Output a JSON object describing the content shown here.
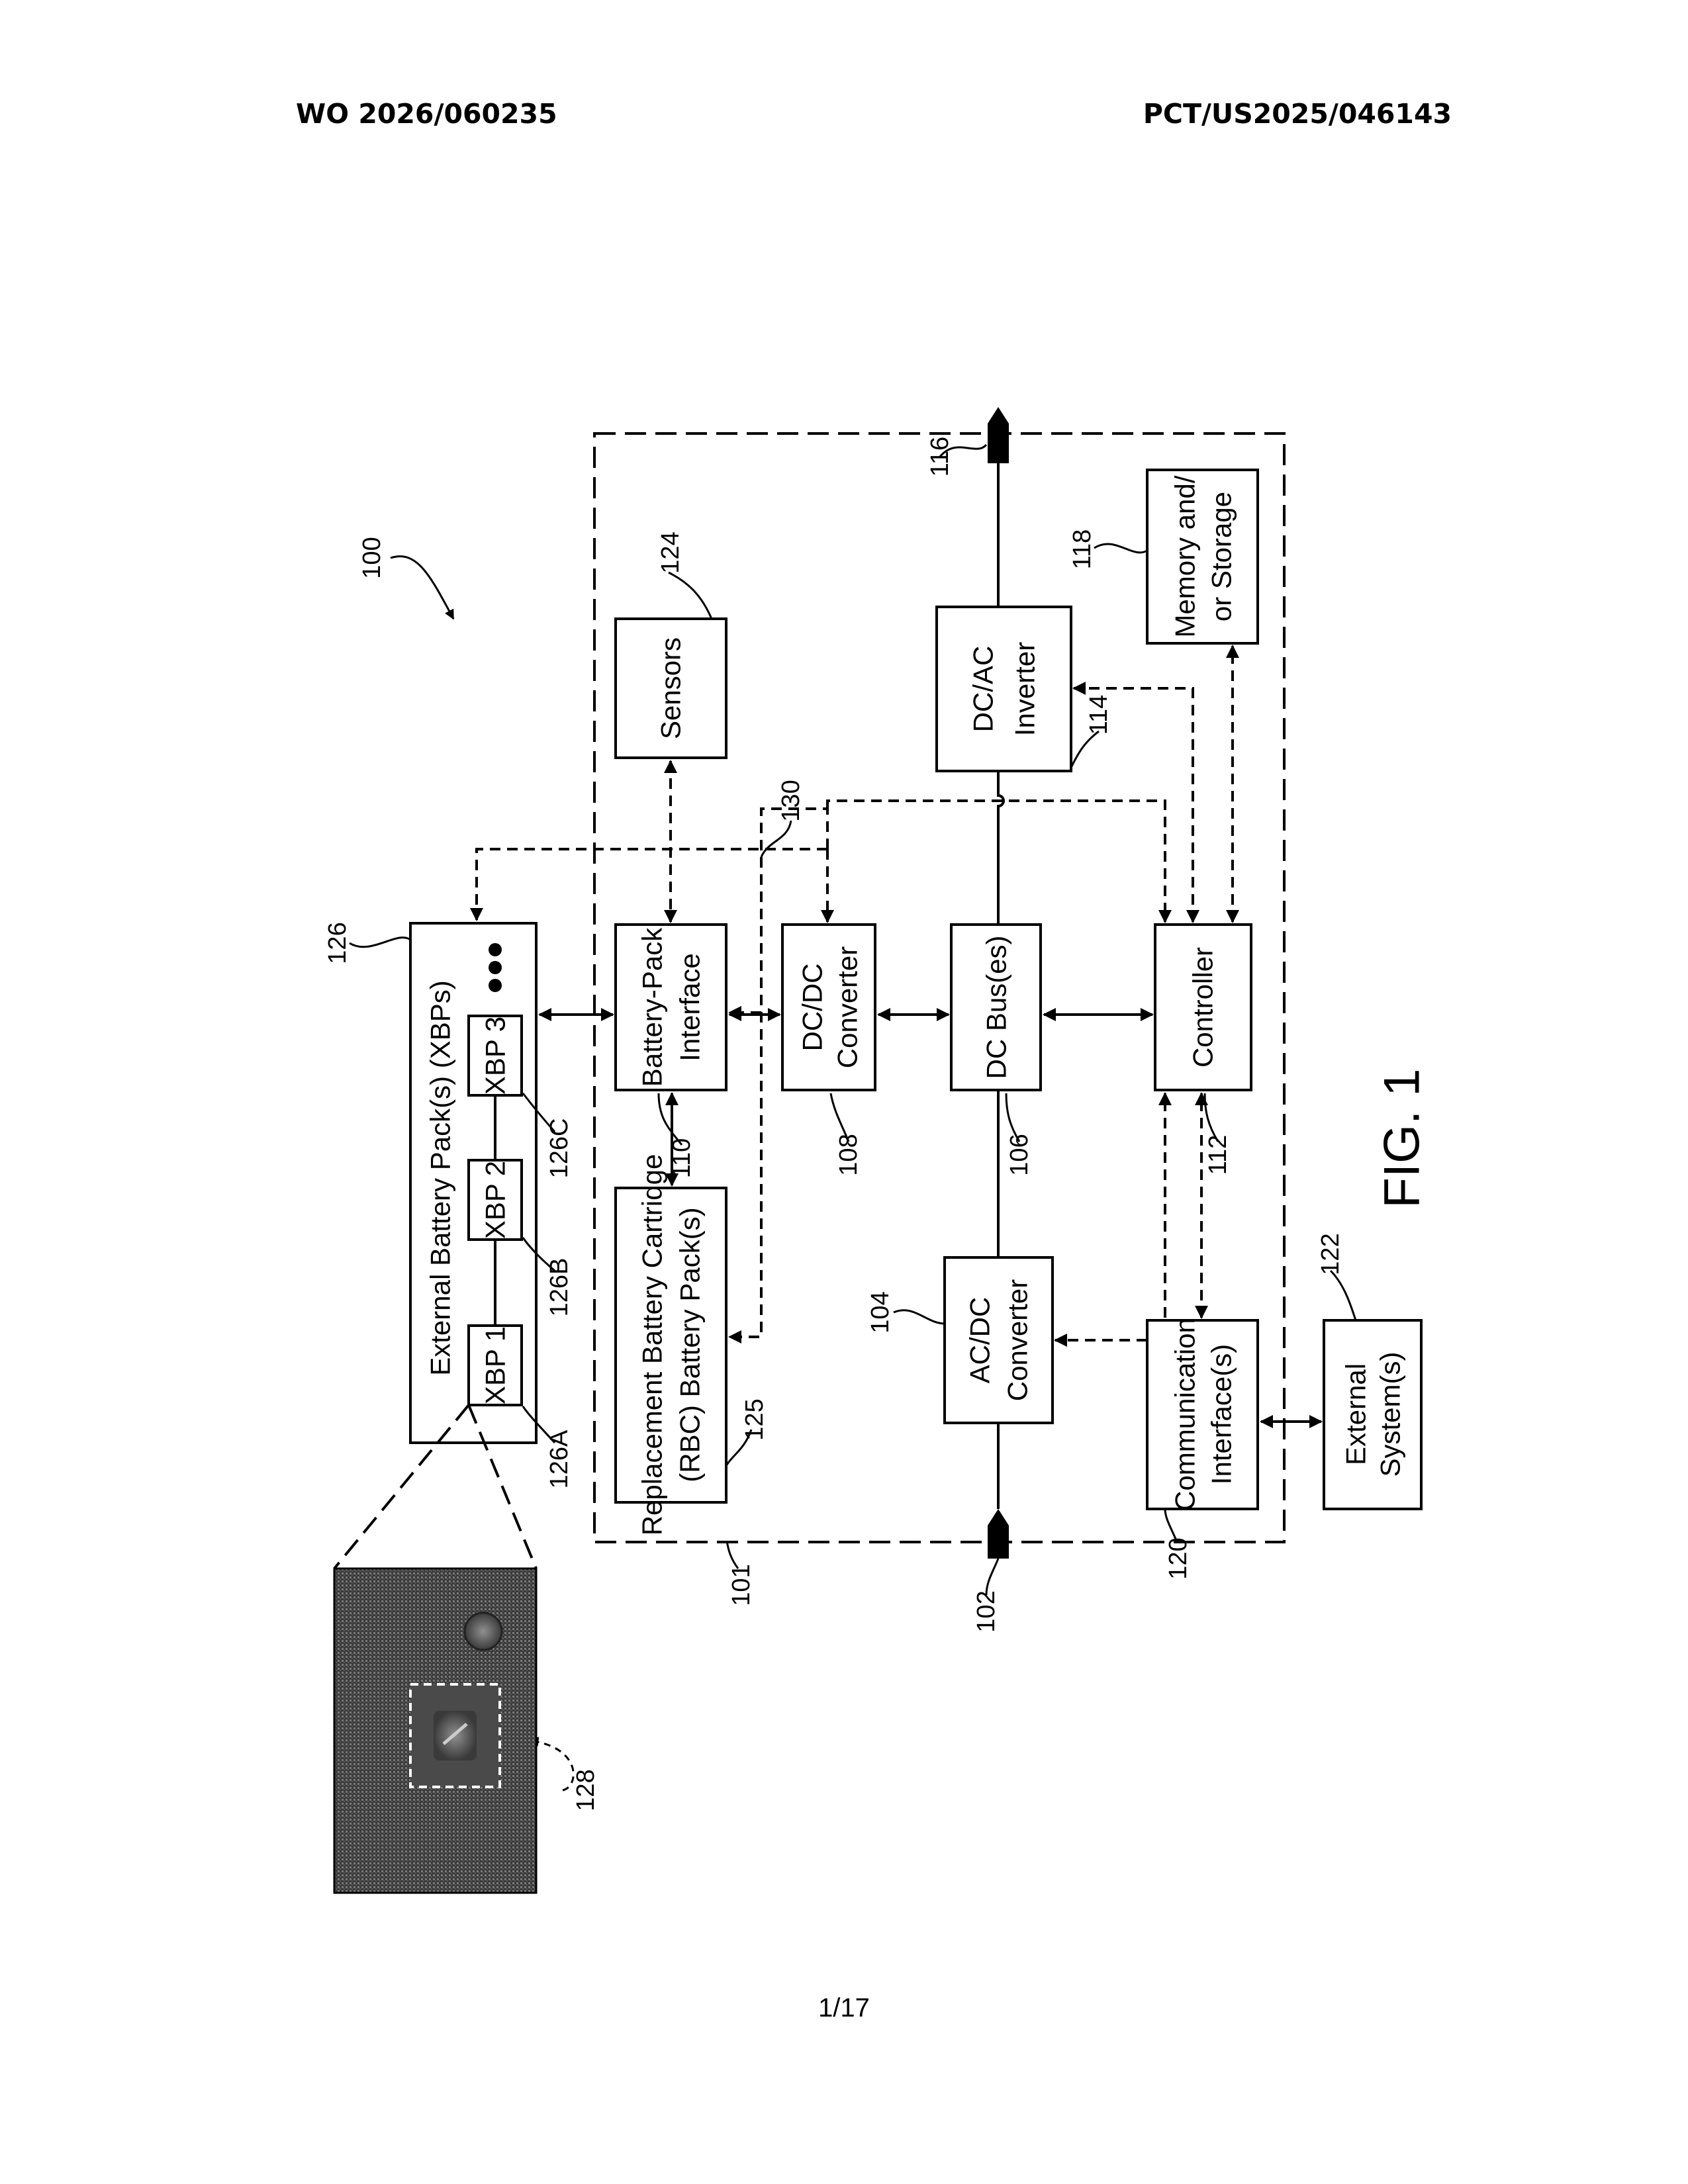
{
  "header": {
    "publication_number": "WO 2026/060235",
    "application_number": "PCT/US2025/046143"
  },
  "figure": {
    "caption": "FIG. 1",
    "system_ref": "100",
    "enclosure_ref": "101",
    "input_ref": "102",
    "output_ref": "116",
    "blocks": {
      "ac_dc": {
        "ref": "104",
        "line1": "AC/DC",
        "line2": "Converter"
      },
      "dc_bus": {
        "ref": "106",
        "line1": "DC Bus(es)"
      },
      "dc_dc": {
        "ref": "108",
        "line1": "DC/DC",
        "line2": "Converter"
      },
      "bpi": {
        "ref": "110",
        "line1": "Battery-Pack",
        "line2": "Interface"
      },
      "controller": {
        "ref": "112",
        "line1": "Controller"
      },
      "dc_ac": {
        "ref": "114",
        "line1": "DC/AC",
        "line2": "Inverter"
      },
      "memory": {
        "ref": "118",
        "line1": "Memory and/",
        "line2": "or Storage"
      },
      "comm": {
        "ref": "120",
        "line1": "Communication",
        "line2": "Interface(s)"
      },
      "external_sys": {
        "ref": "122",
        "line1": "External",
        "line2": "System(s)"
      },
      "sensors": {
        "ref": "124",
        "line1": "Sensors"
      },
      "rbc": {
        "ref": "125",
        "line1": "Replacement Battery Cartridge",
        "line2": "(RBC) Battery Pack(s)"
      },
      "xbp_group": {
        "ref": "126",
        "line1": "External Battery Pack(s) (XBPs)"
      },
      "xbp1": {
        "ref": "126A",
        "label": "XBP 1"
      },
      "xbp2": {
        "ref": "126B",
        "label": "XBP 2"
      },
      "xbp3": {
        "ref": "126C",
        "label": "XBP 3"
      }
    },
    "signal_line_ref": "130",
    "photo_detail_ref": "128"
  },
  "footer": {
    "page": "1/17"
  }
}
